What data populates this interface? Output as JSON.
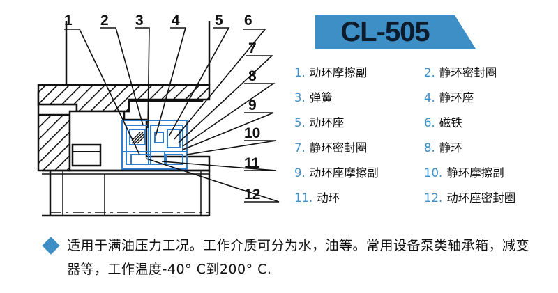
{
  "model": "CL-505",
  "colors": {
    "accent": "#3f8fc7",
    "highlight_stroke": "#2f7fd0"
  },
  "callouts": [
    "1",
    "2",
    "3",
    "4",
    "5",
    "6",
    "7",
    "8",
    "9",
    "10",
    "11",
    "12"
  ],
  "parts": [
    {
      "num": "1.",
      "name": "动环摩擦副"
    },
    {
      "num": "2.",
      "name": "静环密封圈"
    },
    {
      "num": "3.",
      "name": "弹簧"
    },
    {
      "num": "4.",
      "name": "静环座"
    },
    {
      "num": "5.",
      "name": "动环座"
    },
    {
      "num": "6.",
      "name": "磁铁"
    },
    {
      "num": "7.",
      "name": "静环密封圈"
    },
    {
      "num": "8.",
      "name": "静环"
    },
    {
      "num": "9.",
      "name": "动环座摩擦副"
    },
    {
      "num": "10.",
      "name": "静环摩擦副"
    },
    {
      "num": "11.",
      "name": "动环"
    },
    {
      "num": "12.",
      "name": "动环座密封圈"
    }
  ],
  "description": "适用于满油压力工况。工作介质可分为水，油等。常用设备泵类轴承箱，减变器等，工作温度-40° C到200° C.",
  "icons": {
    "bullet": "diamond-icon"
  }
}
